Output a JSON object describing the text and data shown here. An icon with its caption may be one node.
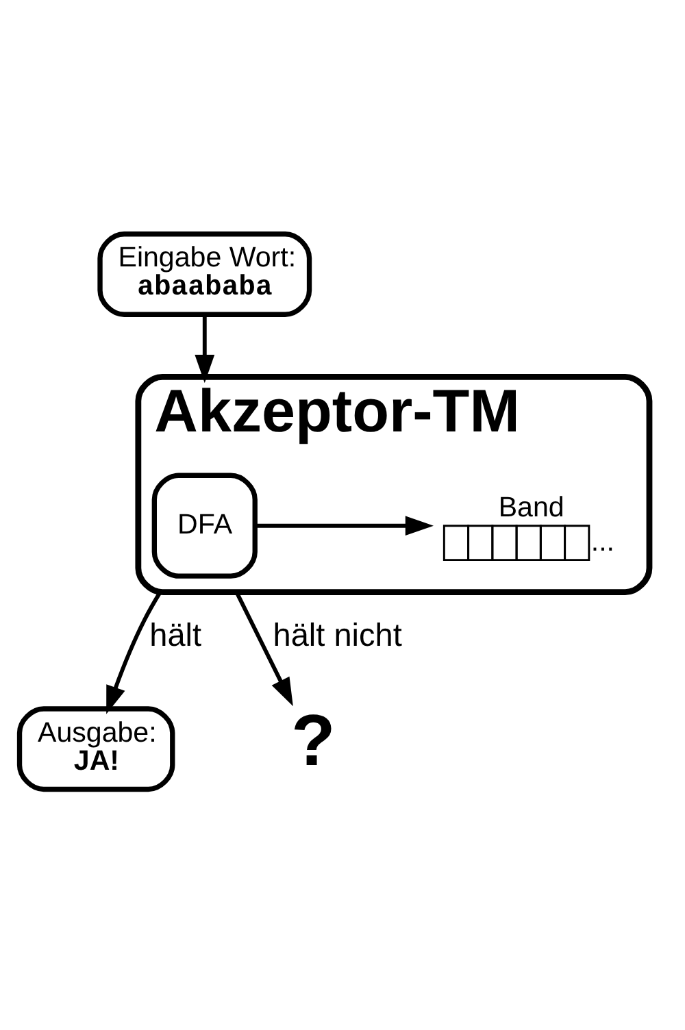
{
  "diagram": {
    "nodes": [
      {
        "text": [
          "Eingabe Wort:",
          "abaababa"
        ]
      },
      {
        "text": [
          "Akzeptor-TM"
        ]
      },
      {
        "text": [
          "DFA"
        ],
        "in": 1
      },
      {
        "text": [
          "Band"
        ],
        "in": 1,
        "beside": [
          "..."
        ]
      },
      {
        "text": [
          "Ausgabe:",
          "JA!"
        ]
      },
      {
        "text": [
          "?"
        ]
      }
    ],
    "edges": [
      {
        "from": 0,
        "to": 1,
        "arrow": "to"
      },
      {
        "from": 2,
        "to": 3,
        "arrow": "to"
      },
      {
        "from": 1,
        "to": 4,
        "label": "hält",
        "arrow": "to"
      },
      {
        "from": 1,
        "to": 5,
        "label": "hält nicht",
        "arrow": "to"
      }
    ]
  }
}
